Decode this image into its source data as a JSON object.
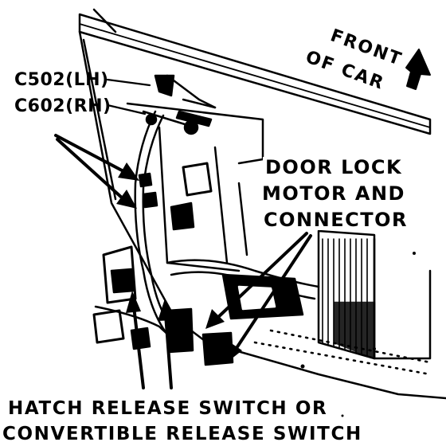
{
  "labels": {
    "connector_lh": "C502(LH)",
    "connector_rh": "C602(RH)",
    "front_word": "FRONT",
    "of_car": "OF CAR",
    "door_lock_line1": "DOOR LOCK",
    "door_lock_line2": "MOTOR AND",
    "door_lock_line3": "CONNECTOR",
    "hatch_line1": "HATCH RELEASE SWITCH OR",
    "hatch_line2": "CONVERTIBLE RELEASE SWITCH"
  },
  "colors": {
    "ink": "#000000",
    "paper": "#ffffff"
  }
}
